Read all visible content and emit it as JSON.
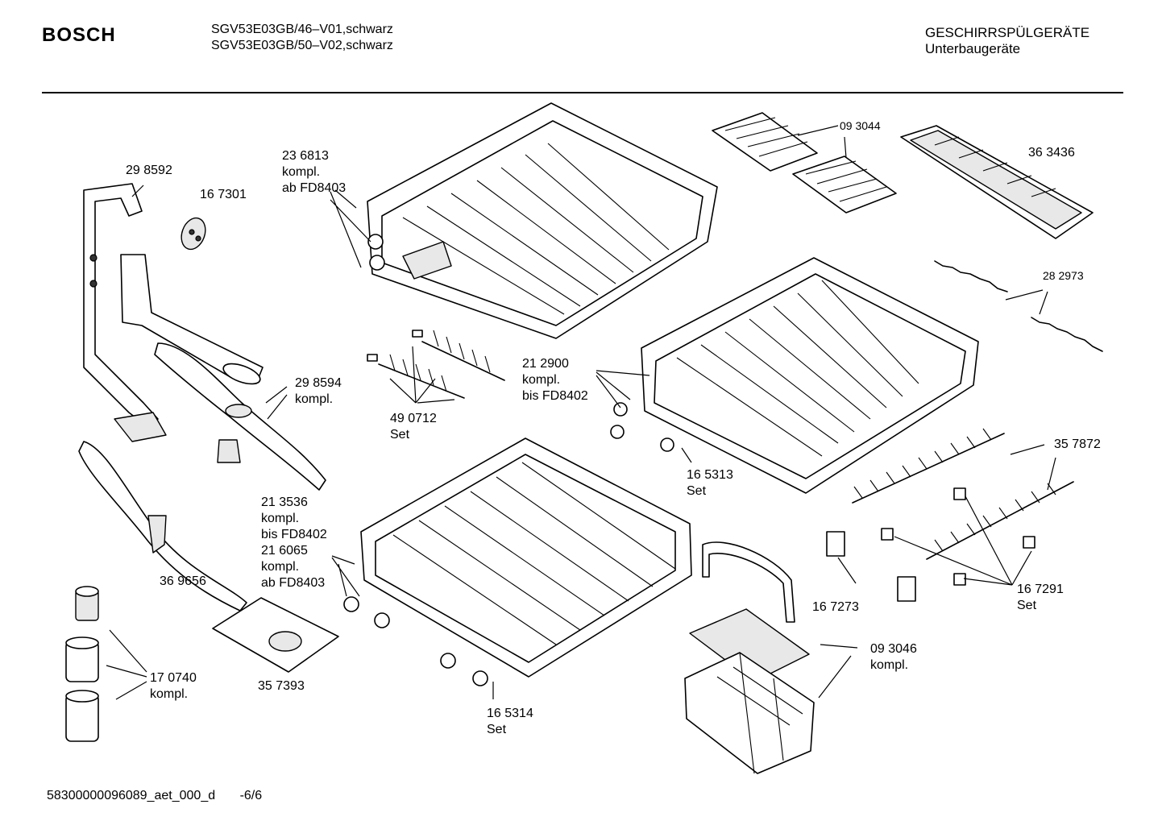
{
  "header": {
    "brand": "BOSCH",
    "model_line_1": "SGV53E03GB/46–V01,schwarz",
    "model_line_2": "SGV53E03GB/50–V02,schwarz",
    "category_line_1": "GESCHIRRSPÜLGERÄTE",
    "category_line_2": "Unterbaugeräte"
  },
  "labels": {
    "p298592": [
      "29 8592"
    ],
    "p167301": [
      "16 7301"
    ],
    "p236813": [
      "23 6813",
      "kompl.",
      "ab FD8403"
    ],
    "p093044": [
      "09 3044"
    ],
    "p363436": [
      "36 3436"
    ],
    "p282973": [
      "28 2973"
    ],
    "p298594": [
      "29 8594",
      "kompl."
    ],
    "p490712": [
      "49 0712",
      "Set"
    ],
    "p212900": [
      "21 2900",
      "kompl.",
      "bis FD8402"
    ],
    "p165313": [
      "16 5313",
      "Set"
    ],
    "p357872": [
      "35 7872"
    ],
    "p213536": [
      "21 3536",
      "kompl.",
      "bis FD8402",
      "21 6065",
      "kompl.",
      "ab FD8403"
    ],
    "p369656": [
      "36 9656"
    ],
    "p167273": [
      "16 7273"
    ],
    "p167291": [
      "16 7291",
      "Set"
    ],
    "p093046": [
      "09 3046",
      "kompl."
    ],
    "p170740": [
      "17 0740",
      "kompl."
    ],
    "p357393": [
      "35 7393"
    ],
    "p165314": [
      "16 5314",
      "Set"
    ]
  },
  "footer": {
    "doc_id": "58300000096089_aet_000_d",
    "page": "-6/6"
  }
}
